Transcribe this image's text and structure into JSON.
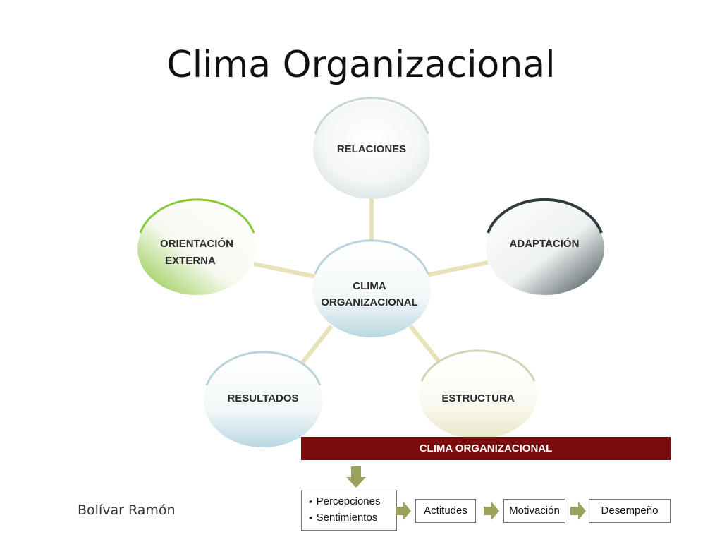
{
  "slide": {
    "title": "Clima Organizacional",
    "author": "Bolívar Ramón"
  },
  "diagram": {
    "center": {
      "line1": "CLIMA",
      "line2": "ORGANIZACIONAL"
    },
    "nodes": {
      "relaciones": "RELACIONES",
      "adaptacion": "ADAPTACIÓN",
      "orientacion": {
        "line1": "ORIENTACIÓN",
        "line2": "EXTERNA"
      },
      "resultados": "RESULTADOS",
      "estructura": "ESTRUCTURA"
    },
    "colors": {
      "orientacion_accent": "#8cc63f",
      "adaptacion_accent": "#2f3b3f",
      "connector": "#e8e2b8",
      "default_oval_edge": "#cfe3ea"
    }
  },
  "flow": {
    "banner": "CLIMA ORGANIZACIONAL",
    "banner_color": "#7b0c0e",
    "arrow_color": "#9aa15a",
    "items": [
      "Percepciones",
      "Sentimientos"
    ],
    "actitudes": "Actitudes",
    "motivacion": "Motivación",
    "desempeno": "Desempeño"
  }
}
